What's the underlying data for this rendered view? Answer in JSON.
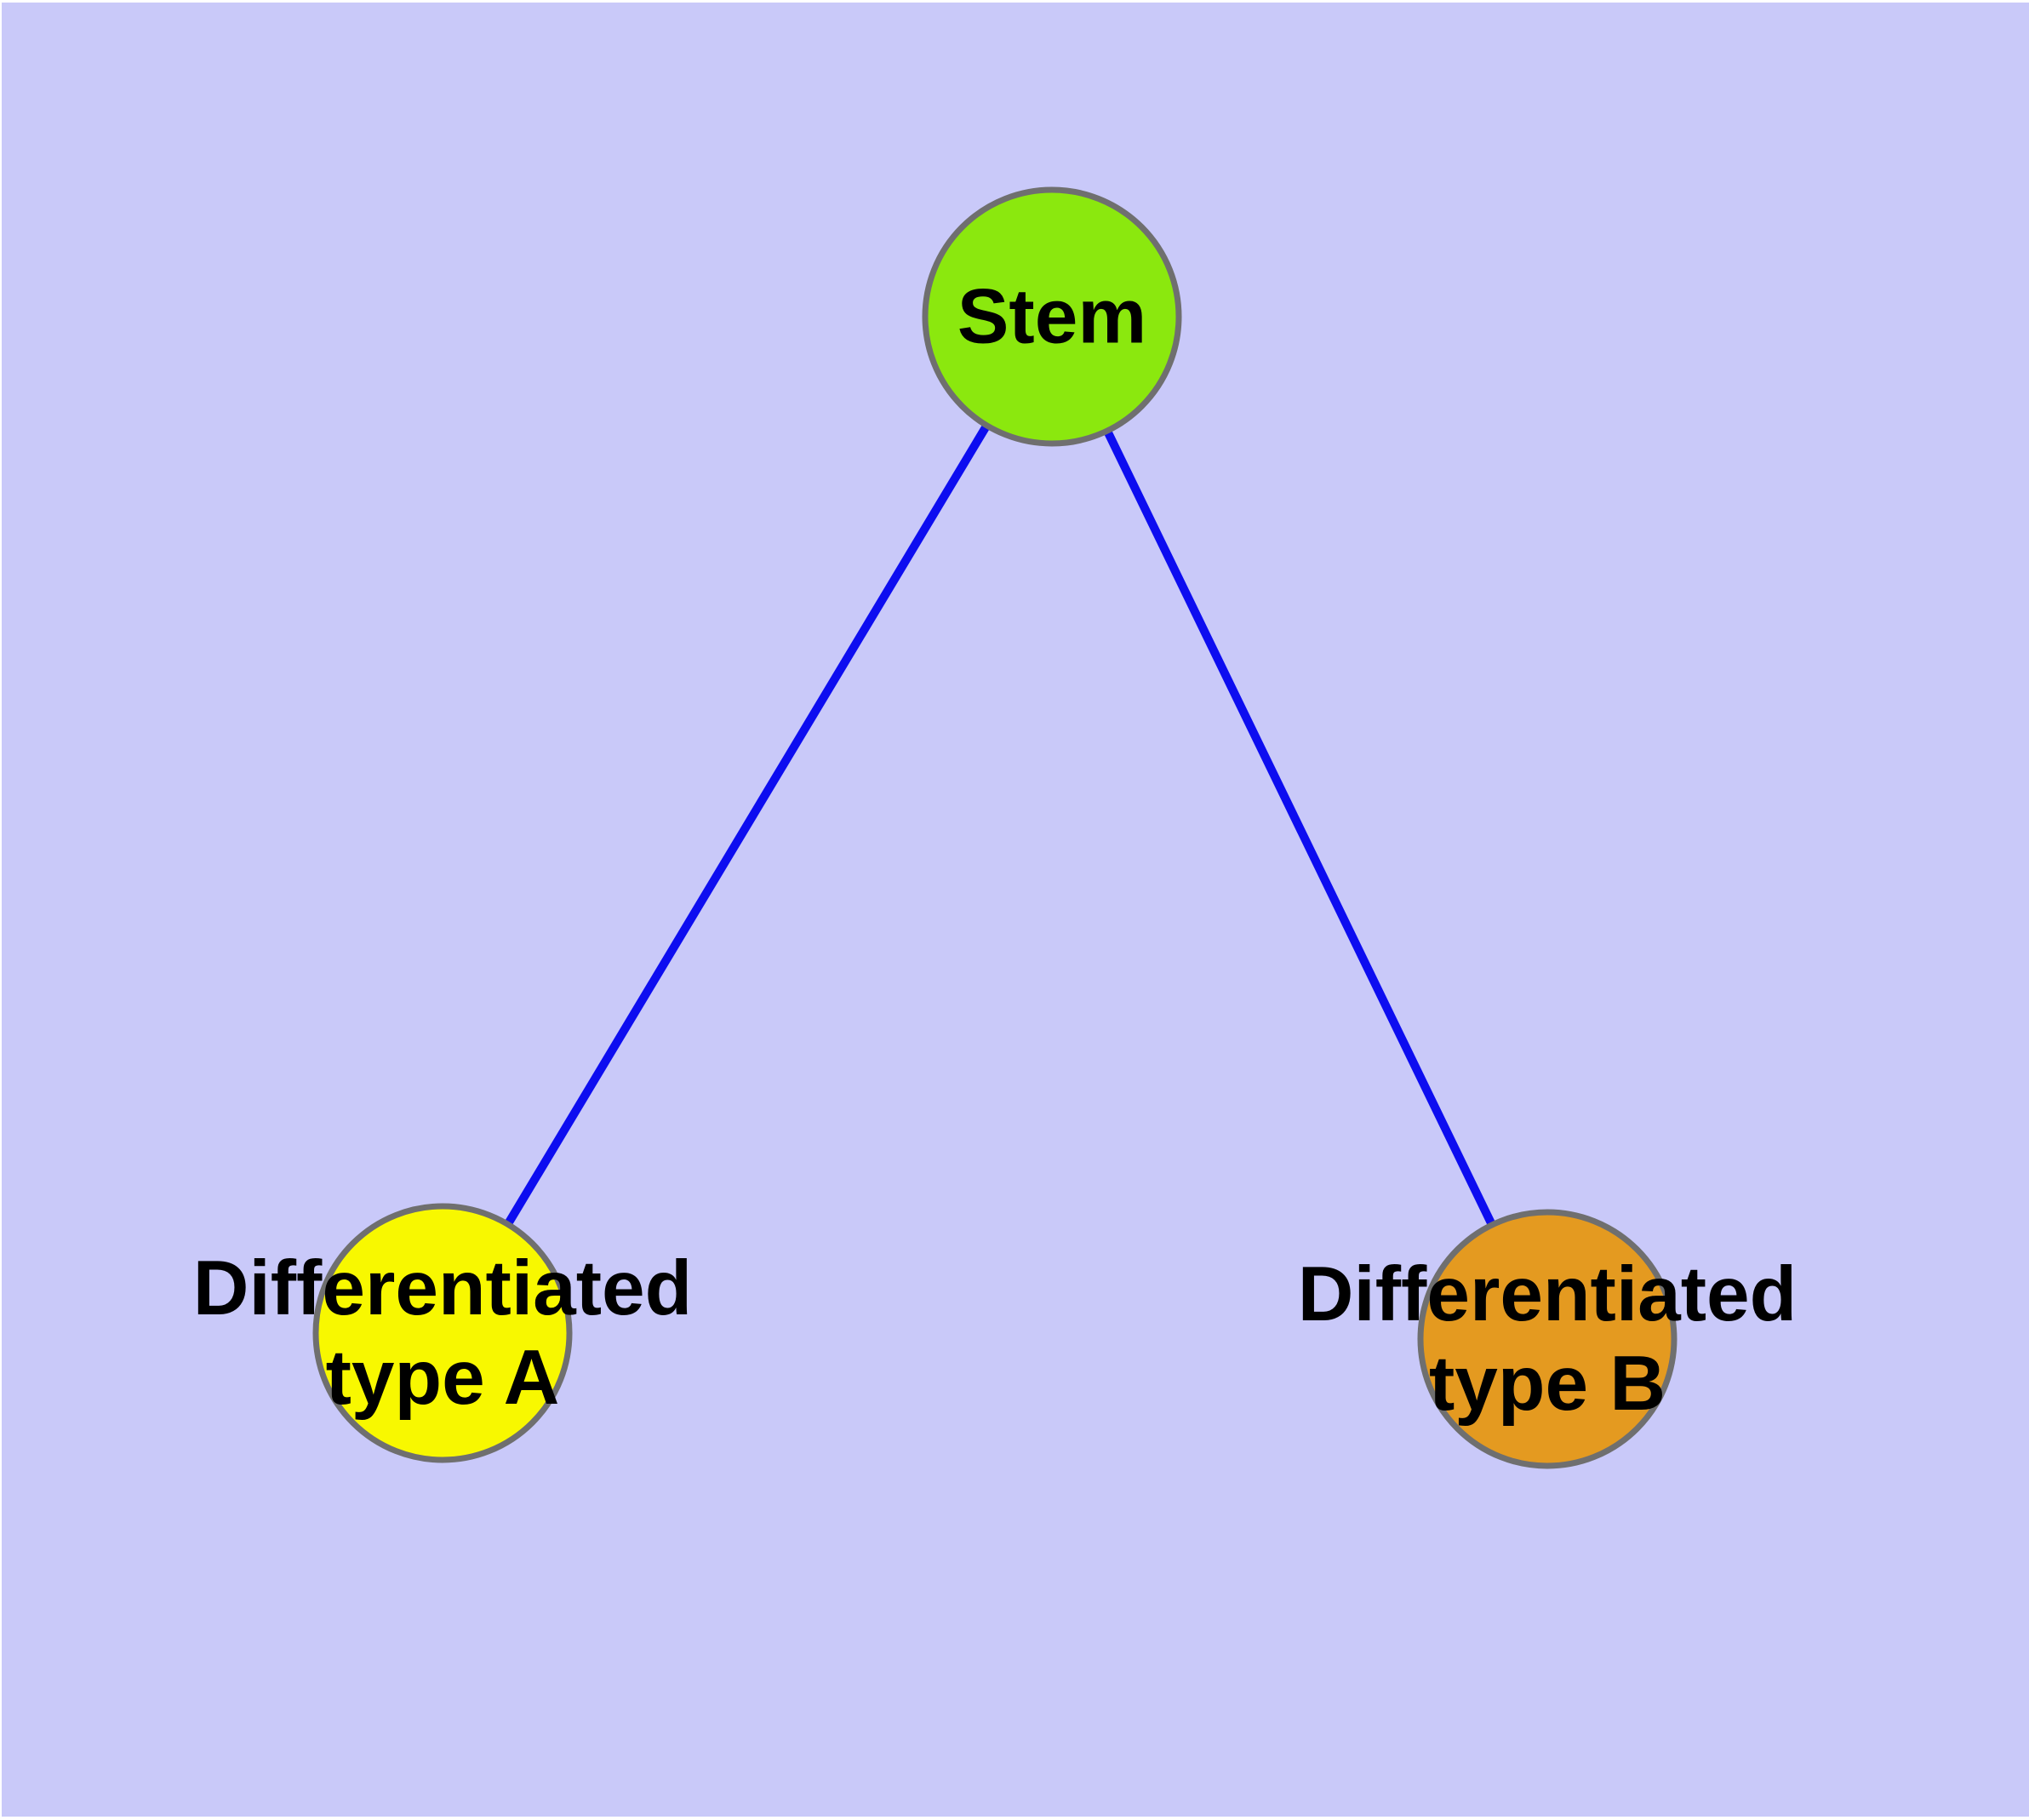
{
  "diagram": {
    "background_color": "#c9c9f9",
    "edge_color": "#0d0df0",
    "node_border_color": "#6f6f6f",
    "label_color": "#000000",
    "nodes": [
      {
        "id": "stem",
        "label_lines": [
          "Stem"
        ],
        "fill_color": "#8be80e"
      },
      {
        "id": "differentiated-type-a",
        "label_lines": [
          "Differentiated",
          "type A"
        ],
        "fill_color": "#f8f800"
      },
      {
        "id": "differentiated-type-b",
        "label_lines": [
          "Differentiated",
          "type B"
        ],
        "fill_color": "#e49a20"
      }
    ],
    "edges": [
      {
        "from": "stem",
        "to": "differentiated-type-a"
      },
      {
        "from": "stem",
        "to": "differentiated-type-b"
      }
    ]
  }
}
